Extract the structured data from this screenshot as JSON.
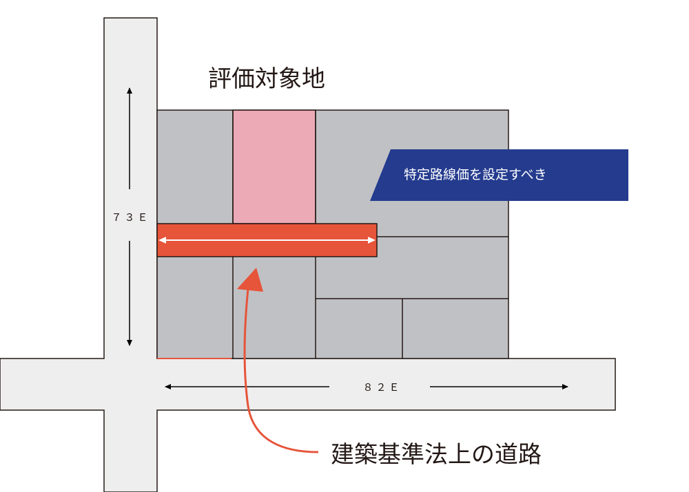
{
  "title": "評価対象地",
  "callout": "特定路線価を設定すべき",
  "road_vertical_label": "７３Ｅ",
  "road_horizontal_label": "８２Ｅ",
  "building_road_label": "建築基準法上の道路",
  "colors": {
    "road": "#eeeeee",
    "lot": "#c0c1c4",
    "target_lot": "#eca9b6",
    "private_road": "#e6543a",
    "callout_bg": "#243b8e",
    "arrow": "#e6543a"
  }
}
